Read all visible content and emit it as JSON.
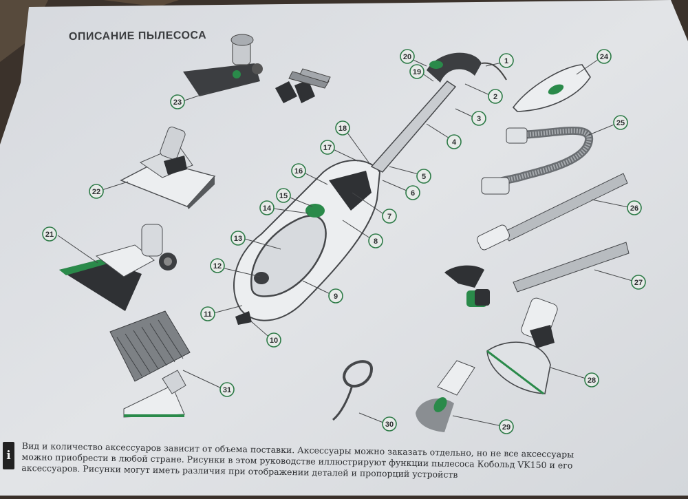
{
  "title": "ОПИСАНИЕ ПЫЛЕСОСА",
  "colors": {
    "paper": "#dcdfe3",
    "accent": "#2a8a4a",
    "label_ring": "#2c7a46",
    "ink": "#2e3033"
  },
  "callouts": [
    "1",
    "2",
    "3",
    "4",
    "5",
    "6",
    "7",
    "8",
    "9",
    "10",
    "11",
    "12",
    "13",
    "14",
    "15",
    "16",
    "17",
    "18",
    "19",
    "20",
    "21",
    "22",
    "23",
    "24",
    "25",
    "26",
    "27",
    "28",
    "29",
    "30",
    "31"
  ],
  "note": {
    "icon": "i",
    "lines": [
      "Вид и количество аксессуаров зависит от объема поставки. Аксессуары можно заказать отдельно, но не все аксессуары",
      "можно приобрести в любой стране. Рисунки в этом руководстве иллюстрируют функции пылесоса Кобольд VK150 и его",
      "аксессуаров. Рисунки могут иметь различия при отображении деталей и пропорций устройств"
    ]
  }
}
